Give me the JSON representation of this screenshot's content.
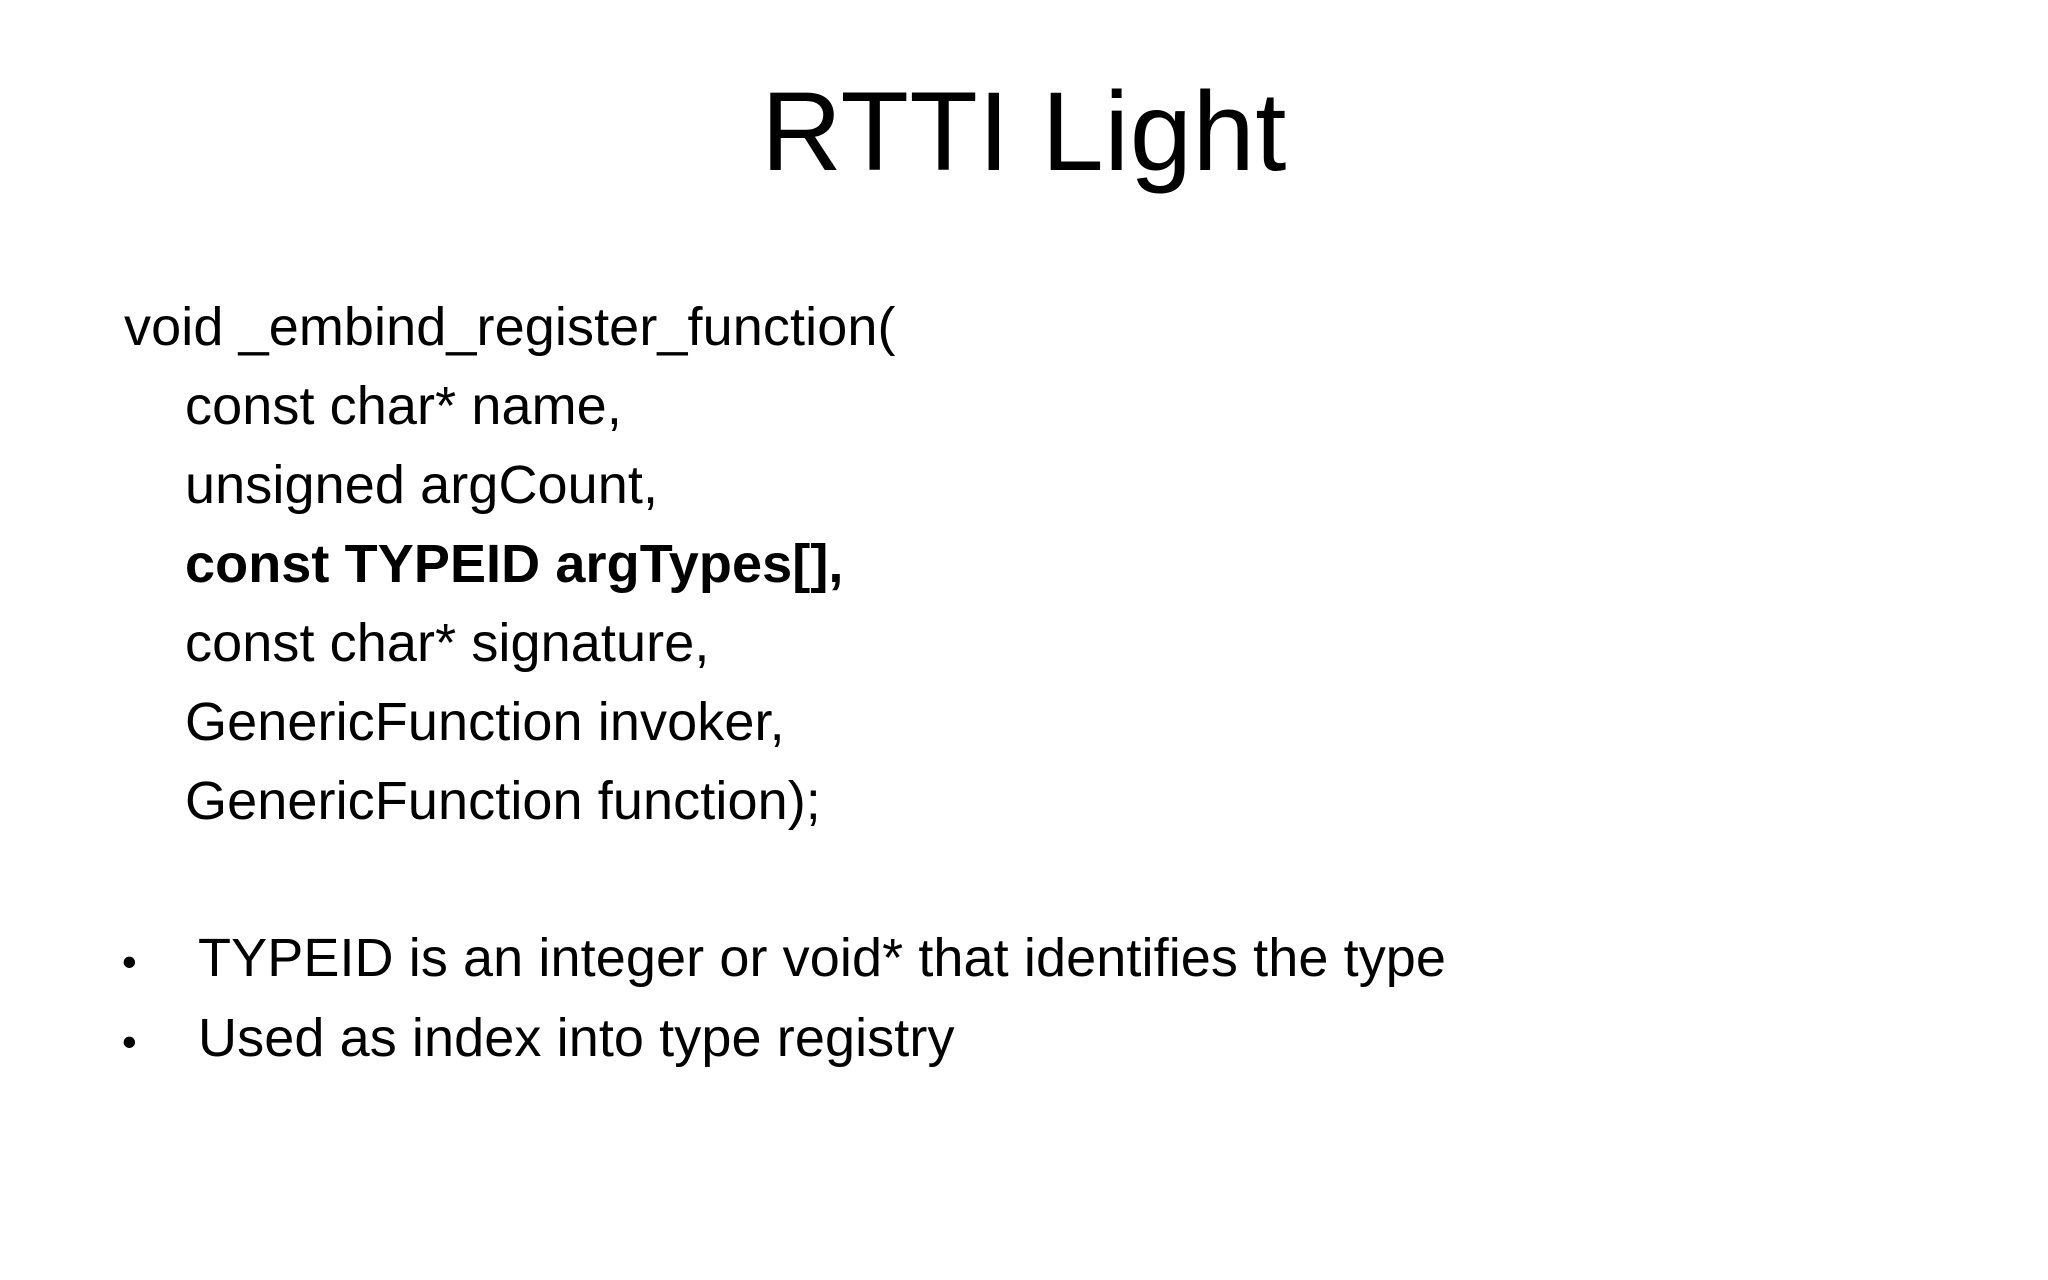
{
  "slide": {
    "title": "RTTI Light",
    "background_color": "#ffffff",
    "text_color": "#000000",
    "code_signature": [
      {
        "text": "void _embind_register_function(",
        "indent": false,
        "bold": false
      },
      {
        "text": "const char* name,",
        "indent": true,
        "bold": false
      },
      {
        "text": "unsigned argCount,",
        "indent": true,
        "bold": false
      },
      {
        "text": "const TYPEID argTypes[],",
        "indent": true,
        "bold": true
      },
      {
        "text": "const char* signature,",
        "indent": true,
        "bold": false
      },
      {
        "text": "GenericFunction invoker,",
        "indent": true,
        "bold": false
      },
      {
        "text": "GenericFunction function);",
        "indent": true,
        "bold": false
      }
    ],
    "bullets": [
      {
        "marker": "•",
        "text": "TYPEID is an integer or void* that identifies the type"
      },
      {
        "marker": "•",
        "text": "Used as index into type registry"
      }
    ]
  }
}
